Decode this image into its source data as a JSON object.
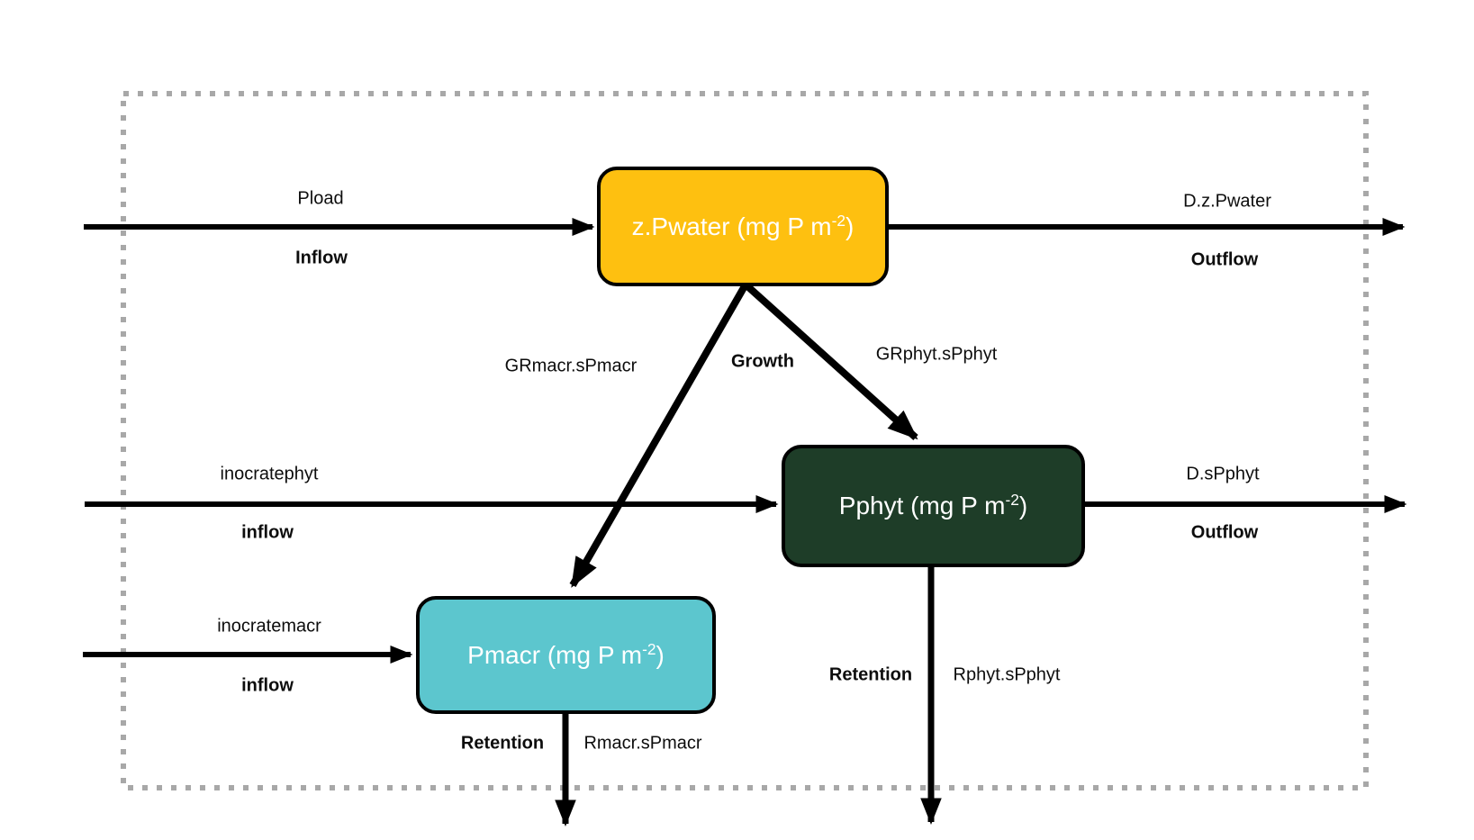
{
  "colors": {
    "background": "#FFFFFF",
    "node_pwater": "#FEC010",
    "node_pphyt": "#1E3D28",
    "node_pmacr": "#5CC6CE",
    "node_border": "#000000",
    "arrow": "#000000",
    "boundary_dash": "#A8A8A8",
    "node_text": "#FFFFFF",
    "label_text": "#0D0D0D"
  },
  "nodes": {
    "pwater": {
      "label_prefix": "z.Pwater (mg P m",
      "label_sup": "-2",
      "label_suffix": ")"
    },
    "pphyt": {
      "label_prefix": "Pphyt (mg P m",
      "label_sup": "-2",
      "label_suffix": ")"
    },
    "pmacr": {
      "label_prefix": "Pmacr (mg P m",
      "label_sup": "-2",
      "label_suffix": ")"
    }
  },
  "flows": {
    "pwater_in": {
      "param": "Pload",
      "label": "Inflow"
    },
    "pwater_out": {
      "param": "D.z.Pwater",
      "label": "Outflow"
    },
    "growth_macr": {
      "param": "GRmacr.sPmacr"
    },
    "growth": {
      "label": "Growth"
    },
    "growth_phyt": {
      "param": "GRphyt.sPphyt"
    },
    "pphyt_in": {
      "param": "inocratephyt",
      "label": "inflow"
    },
    "pphyt_out": {
      "param": "D.sPphyt",
      "label": "Outflow"
    },
    "pmacr_in": {
      "param": "inocratemacr",
      "label": "inflow"
    },
    "pmacr_retention": {
      "label": "Retention",
      "param": "Rmacr.sPmacr"
    },
    "pphyt_retention": {
      "label": "Retention",
      "param": "Rphyt.sPphyt"
    }
  }
}
